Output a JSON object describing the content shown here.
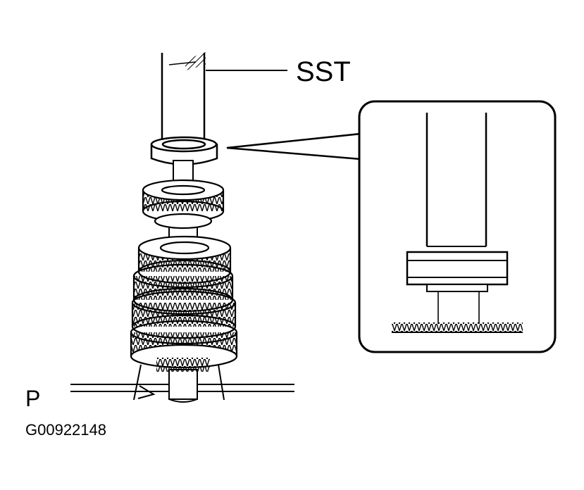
{
  "labels": {
    "tool_callout": "SST",
    "point_marker": "P",
    "figure_code": "G00922148"
  },
  "colors": {
    "ink": "#000000",
    "paper": "#ffffff"
  }
}
